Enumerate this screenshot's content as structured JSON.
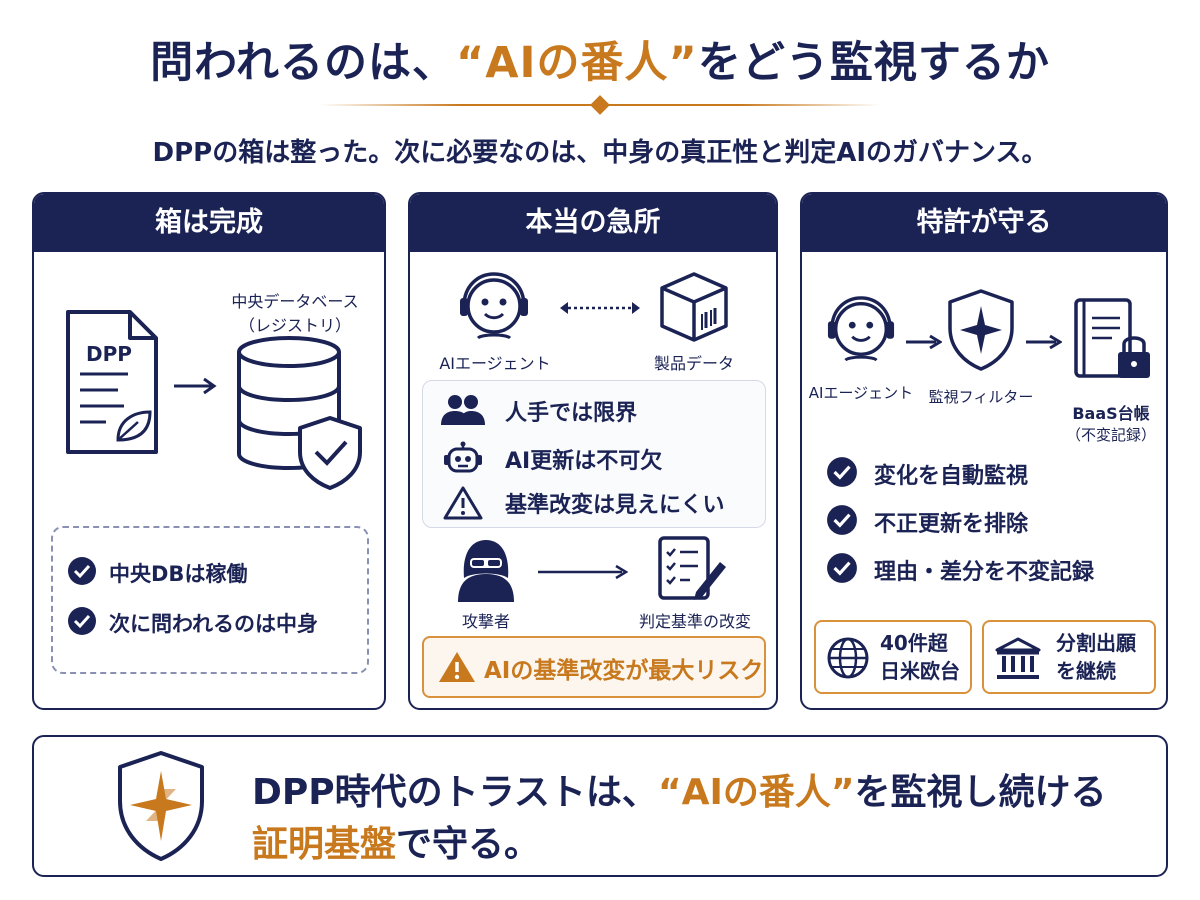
{
  "header": {
    "title_pre": "問われるのは、",
    "title_accent": "“AIの番人”",
    "title_post": "をどう監視するか",
    "subtitle": "DPPの箱は整った。次に必要なのは、中身の真正性と判定AIのガバナンス。"
  },
  "card1": {
    "title": "箱は完成",
    "doc_label": "DPP",
    "db_label_1": "中央データベース",
    "db_label_2": "（レジストリ）",
    "checks": [
      "中央DBは稼働",
      "次に問われるのは中身"
    ]
  },
  "card2": {
    "title": "本当の急所",
    "agent_label": "AIエージェント",
    "product_label": "製品データ",
    "items": [
      "人手では限界",
      "AI更新は不可欠",
      "基準改変は見えにくい"
    ],
    "attacker_label": "攻撃者",
    "criteria_label": "判定基準の改変",
    "risk_text": "AIの基準改変が最大リスク"
  },
  "card3": {
    "title": "特許が守る",
    "agent_label": "AIエージェント",
    "filter_label": "監視フィルター",
    "ledger_label_1": "BaaS台帳",
    "ledger_label_2": "（不変記録）",
    "checks": [
      "変化を自動監視",
      "不正更新を排除",
      "理由・差分を不変記録"
    ],
    "mini1_line1": "40件超",
    "mini1_line2": "日米欧台",
    "mini2_line1": "分割出願",
    "mini2_line2": "を継続"
  },
  "footer": {
    "line1_pre": "DPP時代のトラストは、",
    "line1_accent": "“AIの番人”",
    "line1_post": "を監視し続ける",
    "line2_accent": "証明基盤",
    "line2_post": "で守る。"
  },
  "colors": {
    "navy": "#1b2355",
    "accent": "#c8791e"
  },
  "icons": [
    "document-leaf-icon",
    "arrow-right-icon",
    "database-icon",
    "shield-check-icon",
    "check-circle-icon",
    "robot-headset-icon",
    "dotted-double-arrow-icon",
    "box-barcode-icon",
    "people-icon",
    "robot-small-icon",
    "warning-icon",
    "hacker-icon",
    "checklist-pen-icon",
    "shield-star-icon",
    "ledger-lock-icon",
    "globe-icon",
    "bank-building-icon",
    "compass-shield-icon"
  ]
}
